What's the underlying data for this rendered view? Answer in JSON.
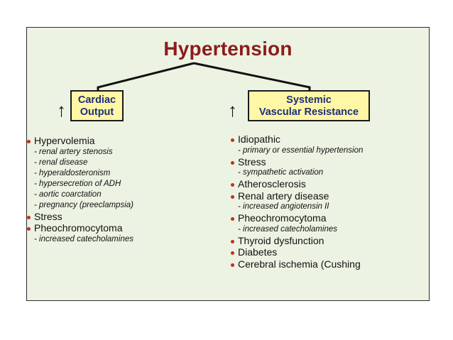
{
  "title": "Hypertension",
  "left": {
    "arrow": "↑",
    "box_lines": [
      "Cardiac",
      "Output"
    ],
    "items": [
      {
        "type": "main",
        "text": "Hypervolemia"
      },
      {
        "type": "sub",
        "text": "- renal artery stenosis"
      },
      {
        "type": "sub",
        "text": "- renal disease"
      },
      {
        "type": "sub",
        "text": "- hyperaldosteronism"
      },
      {
        "type": "sub",
        "text": "- hypersecretion of ADH"
      },
      {
        "type": "sub",
        "text": "- aortic coarctation"
      },
      {
        "type": "sub",
        "text": "- pregnancy (preeclampsia)"
      },
      {
        "type": "main",
        "text": "Stress"
      },
      {
        "type": "main",
        "text": "Pheochromocytoma"
      },
      {
        "type": "sub",
        "text": "- increased catecholamines"
      }
    ]
  },
  "right": {
    "arrow": "↑",
    "box_lines": [
      "Systemic",
      "Vascular Resistance"
    ],
    "items": [
      {
        "type": "main",
        "text": "Idiopathic"
      },
      {
        "type": "sub",
        "text": "- primary or essential hypertension"
      },
      {
        "type": "main",
        "text": "Stress"
      },
      {
        "type": "sub",
        "text": "- sympathetic activation"
      },
      {
        "type": "main",
        "text": "Atherosclerosis"
      },
      {
        "type": "main",
        "text": "Renal artery disease"
      },
      {
        "type": "sub",
        "text": "- increased angiotensin II"
      },
      {
        "type": "main",
        "text": "Pheochromocytoma"
      },
      {
        "type": "sub",
        "text": "- increased catecholamines"
      },
      {
        "type": "main",
        "text": "Thyroid dysfunction"
      },
      {
        "type": "main",
        "text": "Diabetes"
      },
      {
        "type": "main",
        "text": "Cerebral ischemia (Cushing"
      }
    ]
  },
  "colors": {
    "title": "#8b1c1c",
    "box_text": "#1f2f7a",
    "box_fill": "#fff7a6",
    "bullet": "#c0301f",
    "panel": "#ecf3e2"
  }
}
